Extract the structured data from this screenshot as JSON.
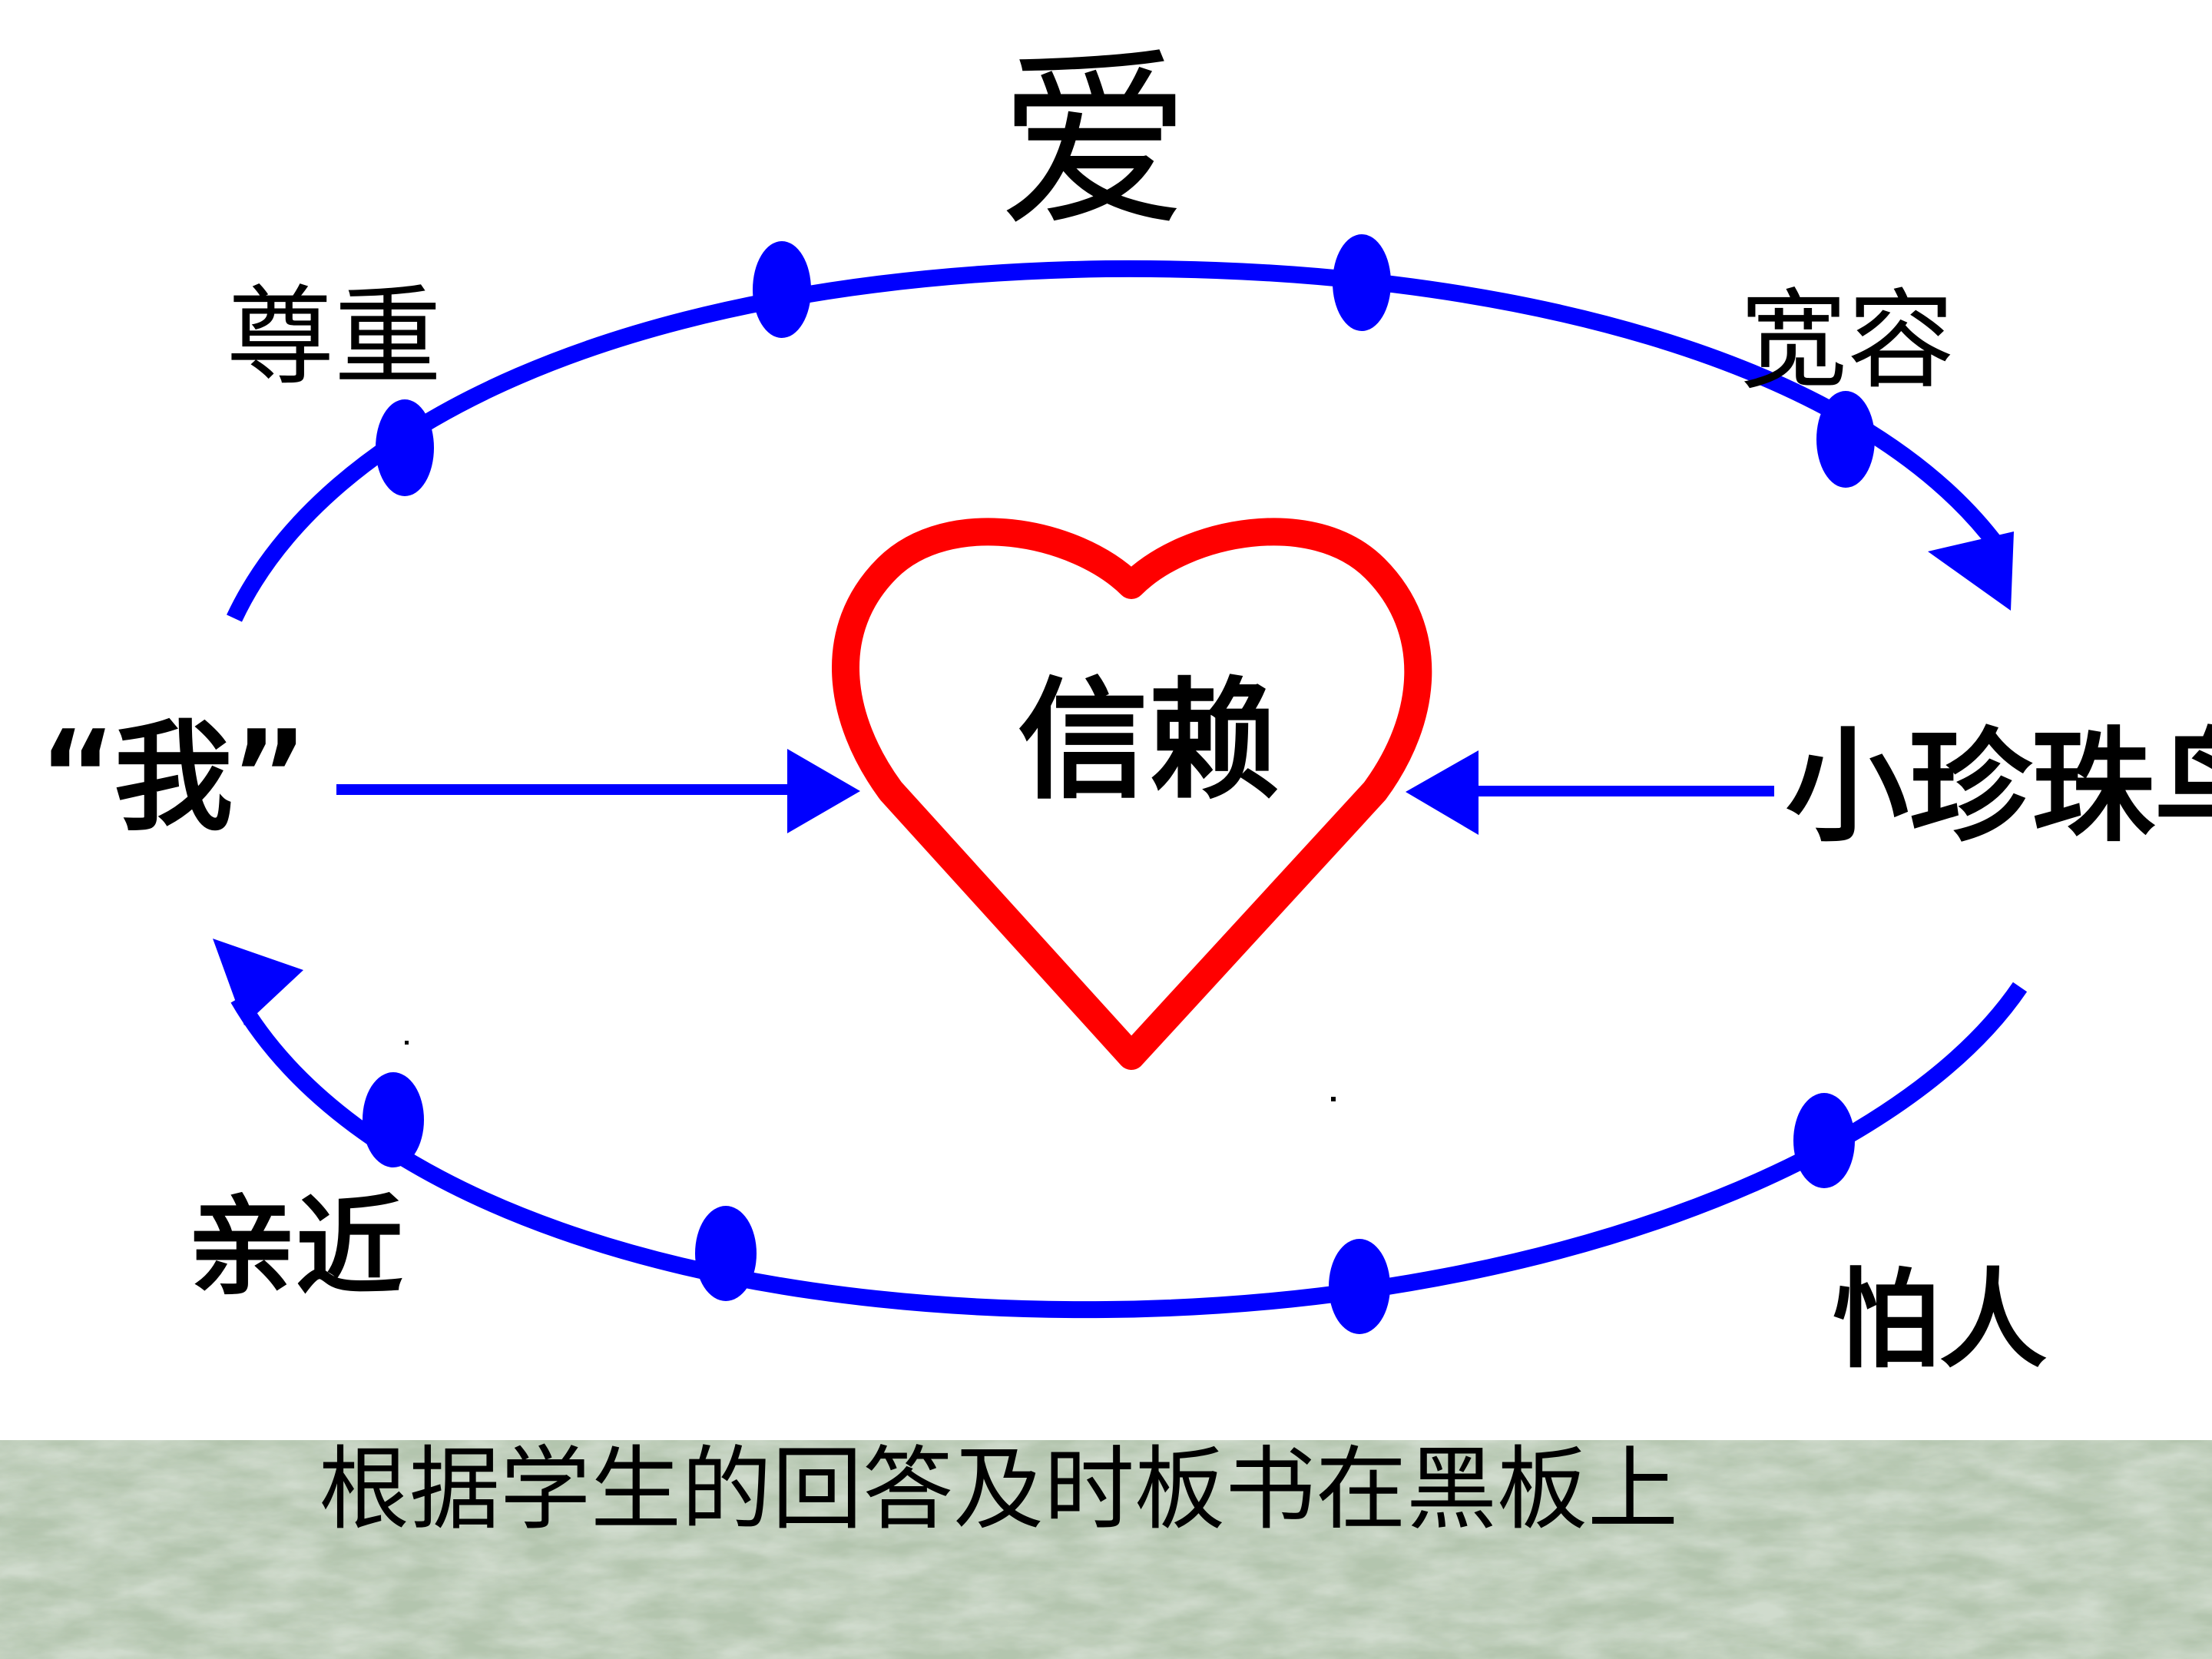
{
  "diagram": {
    "title": "爱",
    "center": "信赖",
    "left_node": "“我”",
    "right_node": "小珍珠鸟",
    "top_left": "尊重",
    "top_right": "宽容",
    "bottom_left": "亲近",
    "bottom_right": "怕人"
  },
  "caption": "根据学生的回答及时板书在黑板上",
  "colors": {
    "arrows": "#0000ff",
    "heart": "#ff0000",
    "text": "#000000",
    "background_band": "#9eb59a"
  }
}
